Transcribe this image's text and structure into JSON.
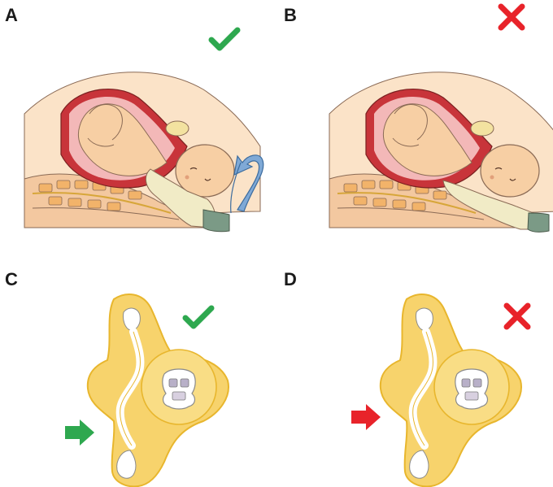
{
  "panels": [
    {
      "id": "A",
      "letter": "A",
      "status": "correct",
      "status_icon": "check-icon"
    },
    {
      "id": "B",
      "letter": "B",
      "status": "incorrect",
      "status_icon": "cross-icon"
    },
    {
      "id": "C",
      "letter": "C",
      "status": "correct",
      "status_icon": "check-icon",
      "arrow_icon": "arrow-right-icon"
    },
    {
      "id": "D",
      "letter": "D",
      "status": "incorrect",
      "status_icon": "cross-icon",
      "arrow_icon": "arrow-right-icon"
    }
  ],
  "colors": {
    "correct": "#2ea84f",
    "incorrect": "#e8232a",
    "skin": "#f7cfa4",
    "uterus": "#c8343a",
    "pelvis_fill": "#f7d36c",
    "pelvis_stroke": "#e8b62d",
    "glove": "#f1ebc6",
    "rotation_arrow": "#7fa9d6"
  }
}
